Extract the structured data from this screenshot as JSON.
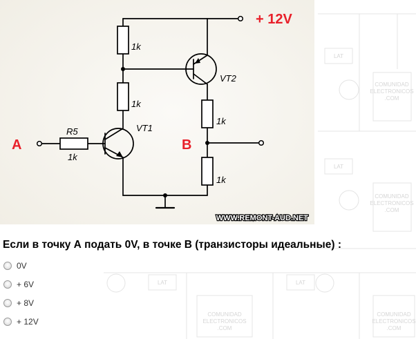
{
  "schematic": {
    "supply_label": "+ 12V",
    "input_label": "A",
    "output_label": "B",
    "resistors": [
      {
        "name": "",
        "value": "1k"
      },
      {
        "name": "",
        "value": "1k"
      },
      {
        "name": "",
        "value": "1k"
      },
      {
        "name": "",
        "value": "1k"
      },
      {
        "name": "R5",
        "value": "1k"
      }
    ],
    "transistors": [
      {
        "name": "VT1"
      },
      {
        "name": "VT2"
      }
    ],
    "watermark": "WWW.REMONT-AUD.NET",
    "accent_color": "#e8202a"
  },
  "question": {
    "text": "Если в точку А подать 0V, в точке В (транзисторы идеальные) :"
  },
  "options": [
    {
      "label": "0V"
    },
    {
      "label": "+ 6V"
    },
    {
      "label": "+ 8V"
    },
    {
      "label": "+ 12V"
    }
  ],
  "background": {
    "text_lines": [
      "COMUNIDAD",
      "ELECTRONICOS",
      ".COM"
    ],
    "tag": "LAT"
  }
}
